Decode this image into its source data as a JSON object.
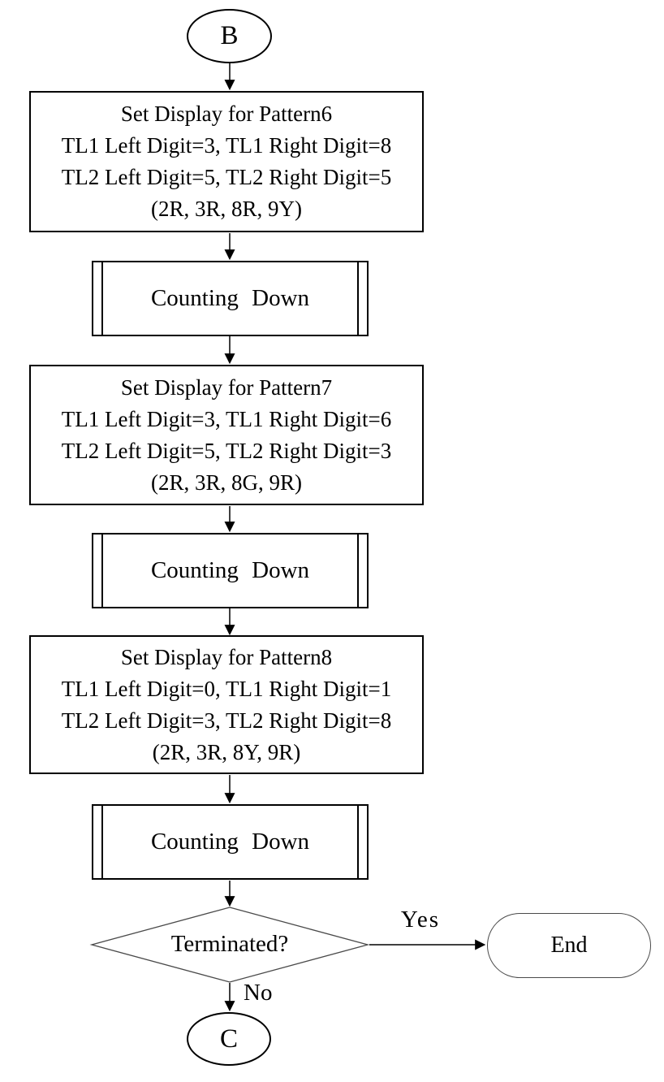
{
  "diagram": {
    "start_connector": "B",
    "pattern6": {
      "line1": "Set Display for Pattern6",
      "line2": "TL1 Left Digit=3, TL1 Right Digit=8",
      "line3": "TL2 Left Digit=5, TL2 Right Digit=5",
      "line4": "(2R, 3R, 8R, 9Y)"
    },
    "counting_down_1": "Counting Down",
    "pattern7": {
      "line1": "Set Display for Pattern7",
      "line2": "TL1 Left Digit=3, TL1 Right Digit=6",
      "line3": "TL2 Left Digit=5, TL2 Right Digit=3",
      "line4": "(2R, 3R, 8G, 9R)"
    },
    "counting_down_2": "Counting Down",
    "pattern8": {
      "line1": "Set Display for Pattern8",
      "line2": "TL1 Left Digit=0, TL1 Right Digit=1",
      "line3": "TL2 Left Digit=3, TL2 Right Digit=8",
      "line4": "(2R, 3R, 8Y, 9R)"
    },
    "counting_down_3": "Counting Down",
    "decision": {
      "label": "Terminated?",
      "yes_label": "Yes",
      "no_label": "No"
    },
    "end_terminal": "End",
    "end_connector": "C",
    "colors": {
      "stroke": "#000000",
      "thin_stroke": "#4a4a4a",
      "background": "#ffffff"
    }
  }
}
